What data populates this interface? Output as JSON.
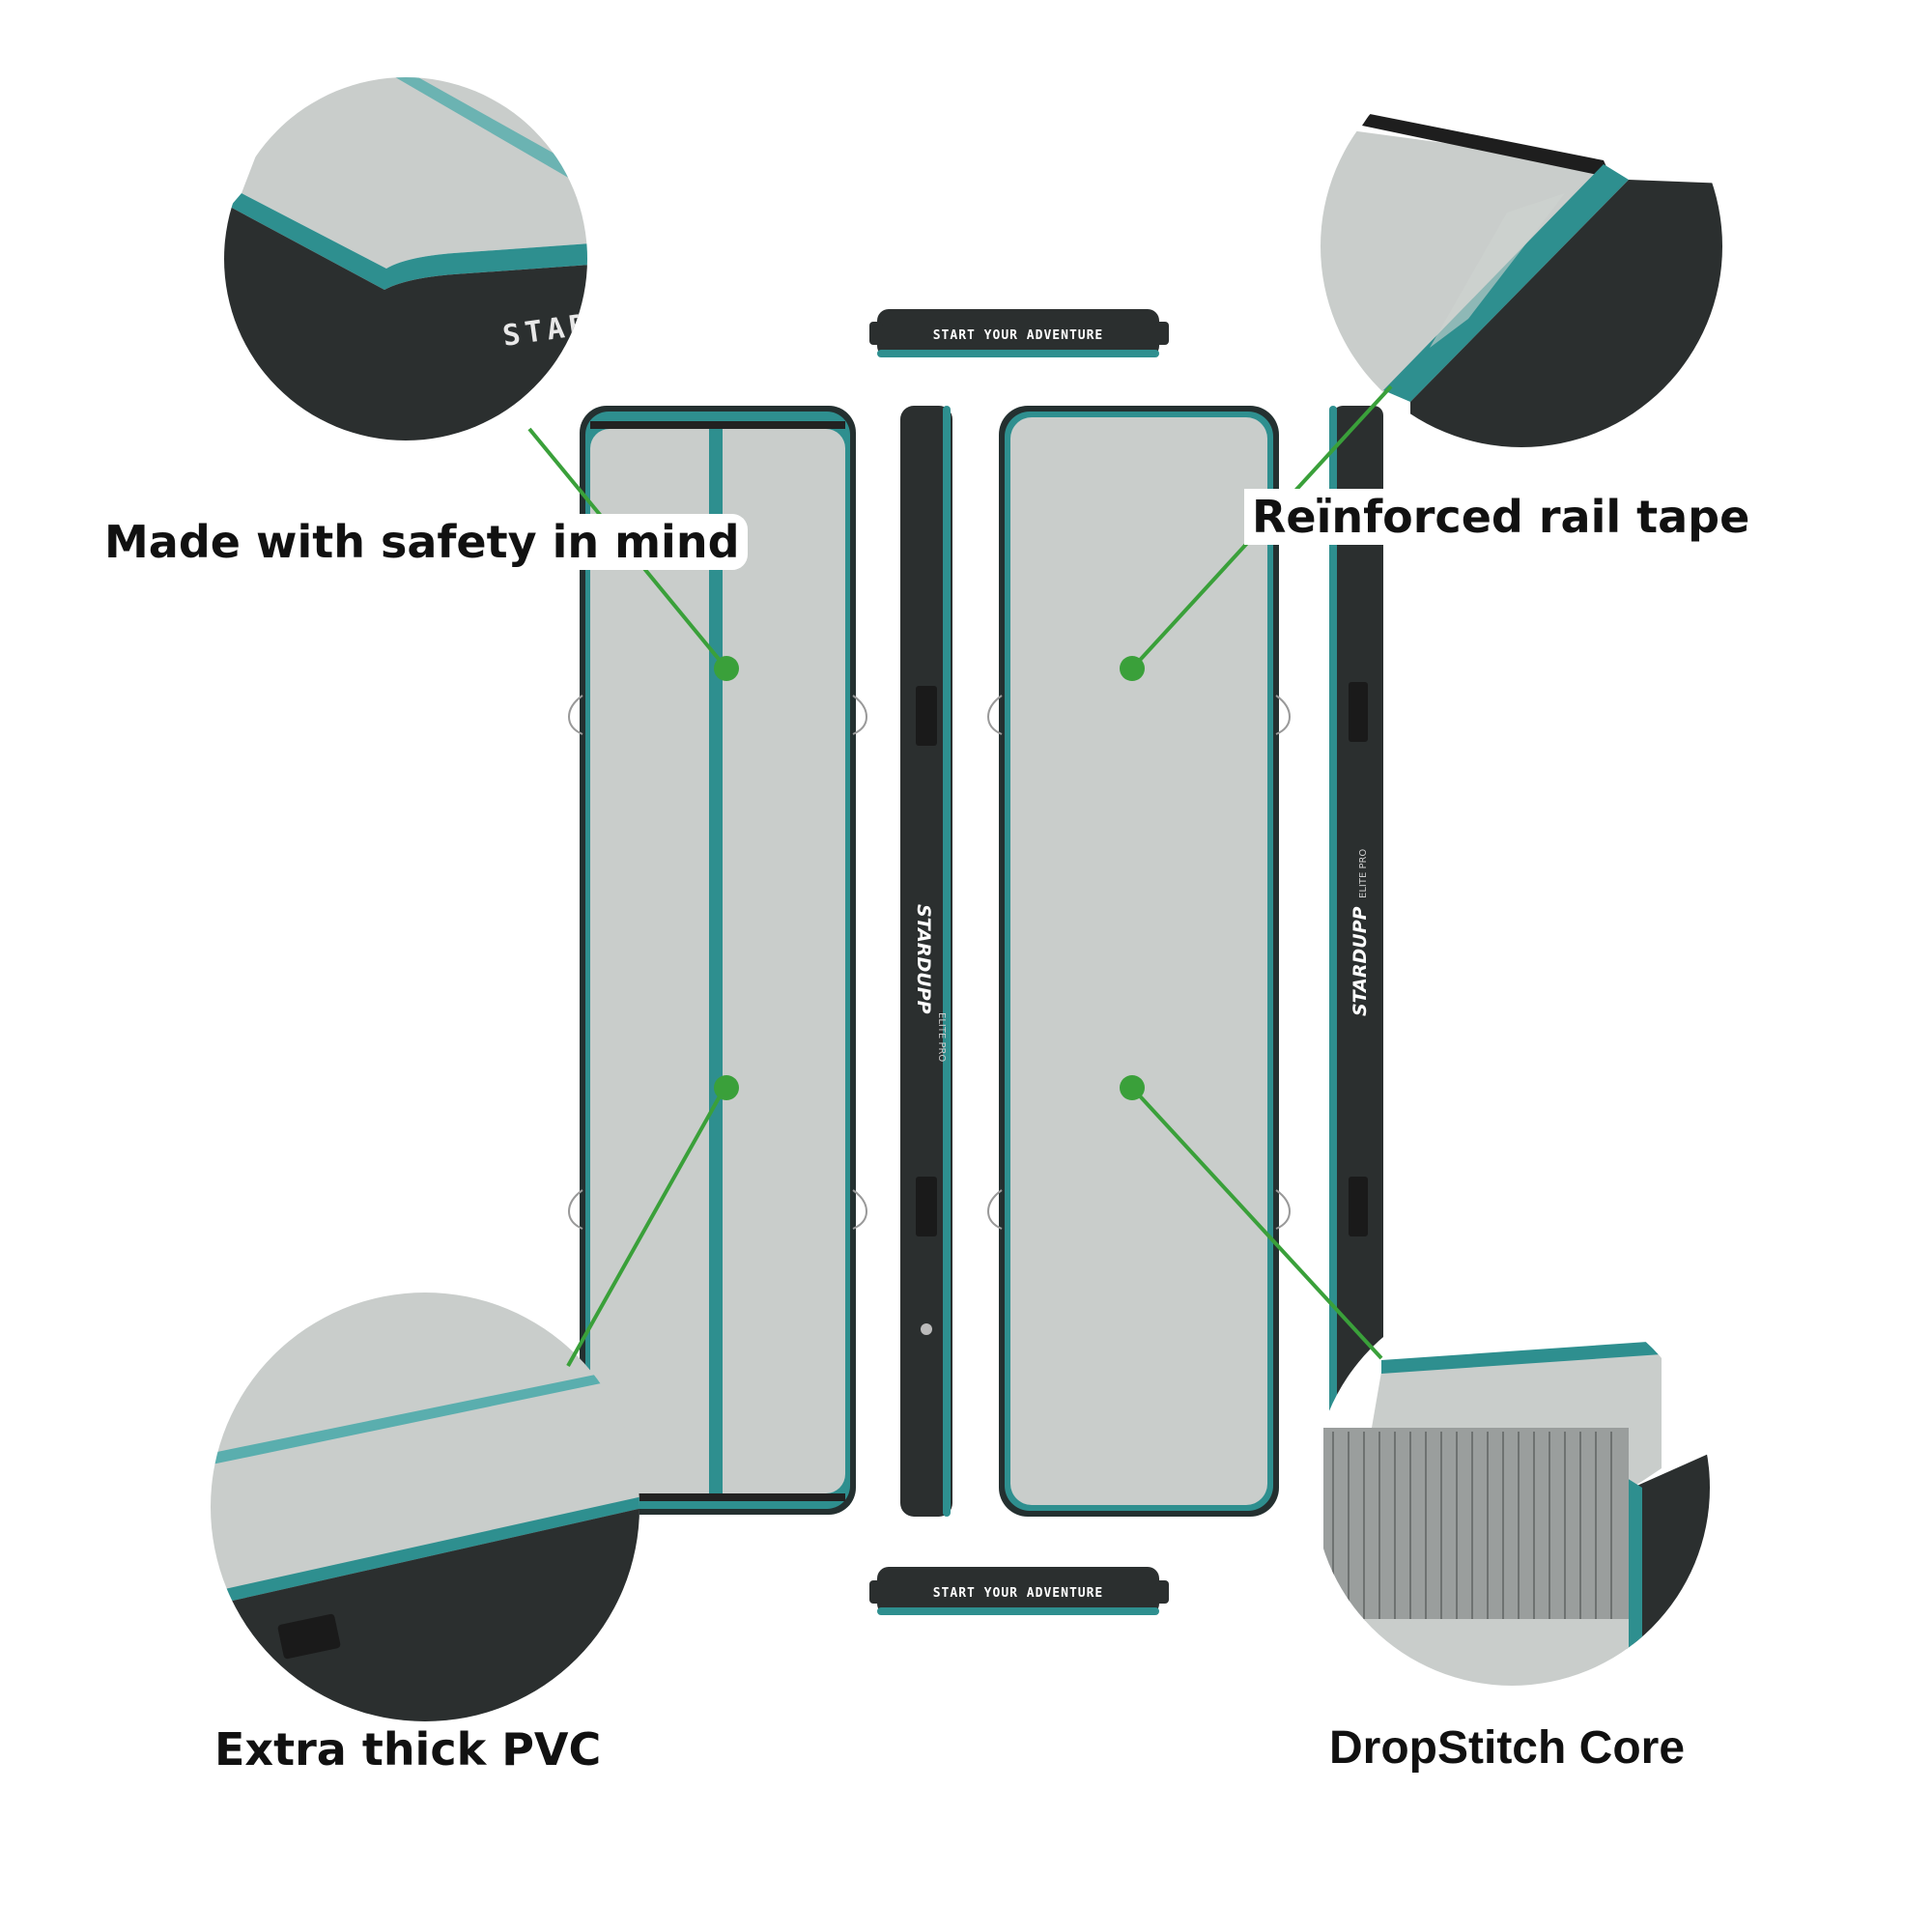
{
  "callouts": {
    "safety": "Made with safety in mind",
    "rail_tape": "Reïnforced rail tape",
    "pvc": "Extra thick PVC",
    "dropstitch": "DropStitch Core"
  },
  "product_text": {
    "end_cap": "START YOUR ADVENTURE",
    "brand": "STARDUPP",
    "model": "ELITE PRO",
    "closeup_start": "START"
  },
  "colors": {
    "surface": "#c9cdcb",
    "teal": "#2e8f8f",
    "side": "#2b2f2f",
    "pointer": "#3aa03a",
    "label_text": "#111111"
  }
}
